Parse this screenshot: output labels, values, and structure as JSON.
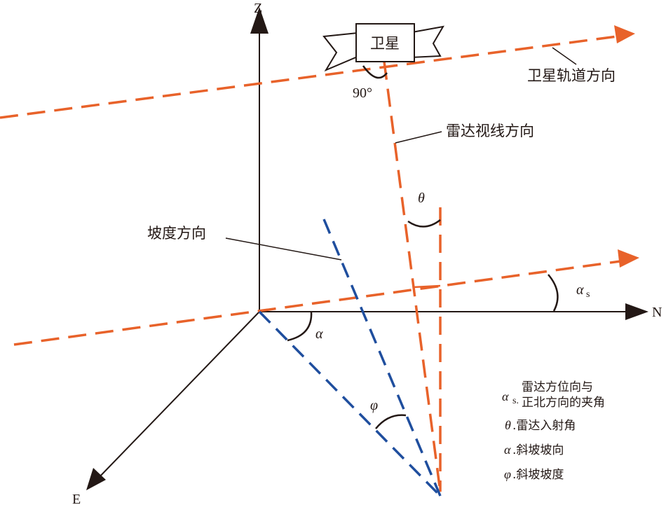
{
  "axes": {
    "z": "Z",
    "n": "N",
    "e": "E"
  },
  "satellite": {
    "label": "卫星"
  },
  "angles": {
    "right_angle": "90°",
    "theta": "θ",
    "alpha": "α",
    "alpha_s": "α",
    "alpha_s_sub": "s",
    "phi": "φ"
  },
  "callouts": {
    "orbit": "卫星轨道方向",
    "los": "雷达视线方向",
    "slope_dir": "坡度方向"
  },
  "legend": {
    "items": [
      {
        "sym": "α",
        "sub": "s.",
        "line1": "雷达方位向与",
        "line2": "正北方向的夹角"
      },
      {
        "sym": "θ",
        "sub": "",
        "text": ".雷达入射角"
      },
      {
        "sym": "α",
        "sub": "",
        "text": ".斜坡坡向"
      },
      {
        "sym": "φ",
        "sub": "",
        "text": ".斜坡坡度"
      }
    ]
  },
  "colors": {
    "orange": "#E8622A",
    "blue": "#1F4E9E",
    "black": "#231815"
  }
}
